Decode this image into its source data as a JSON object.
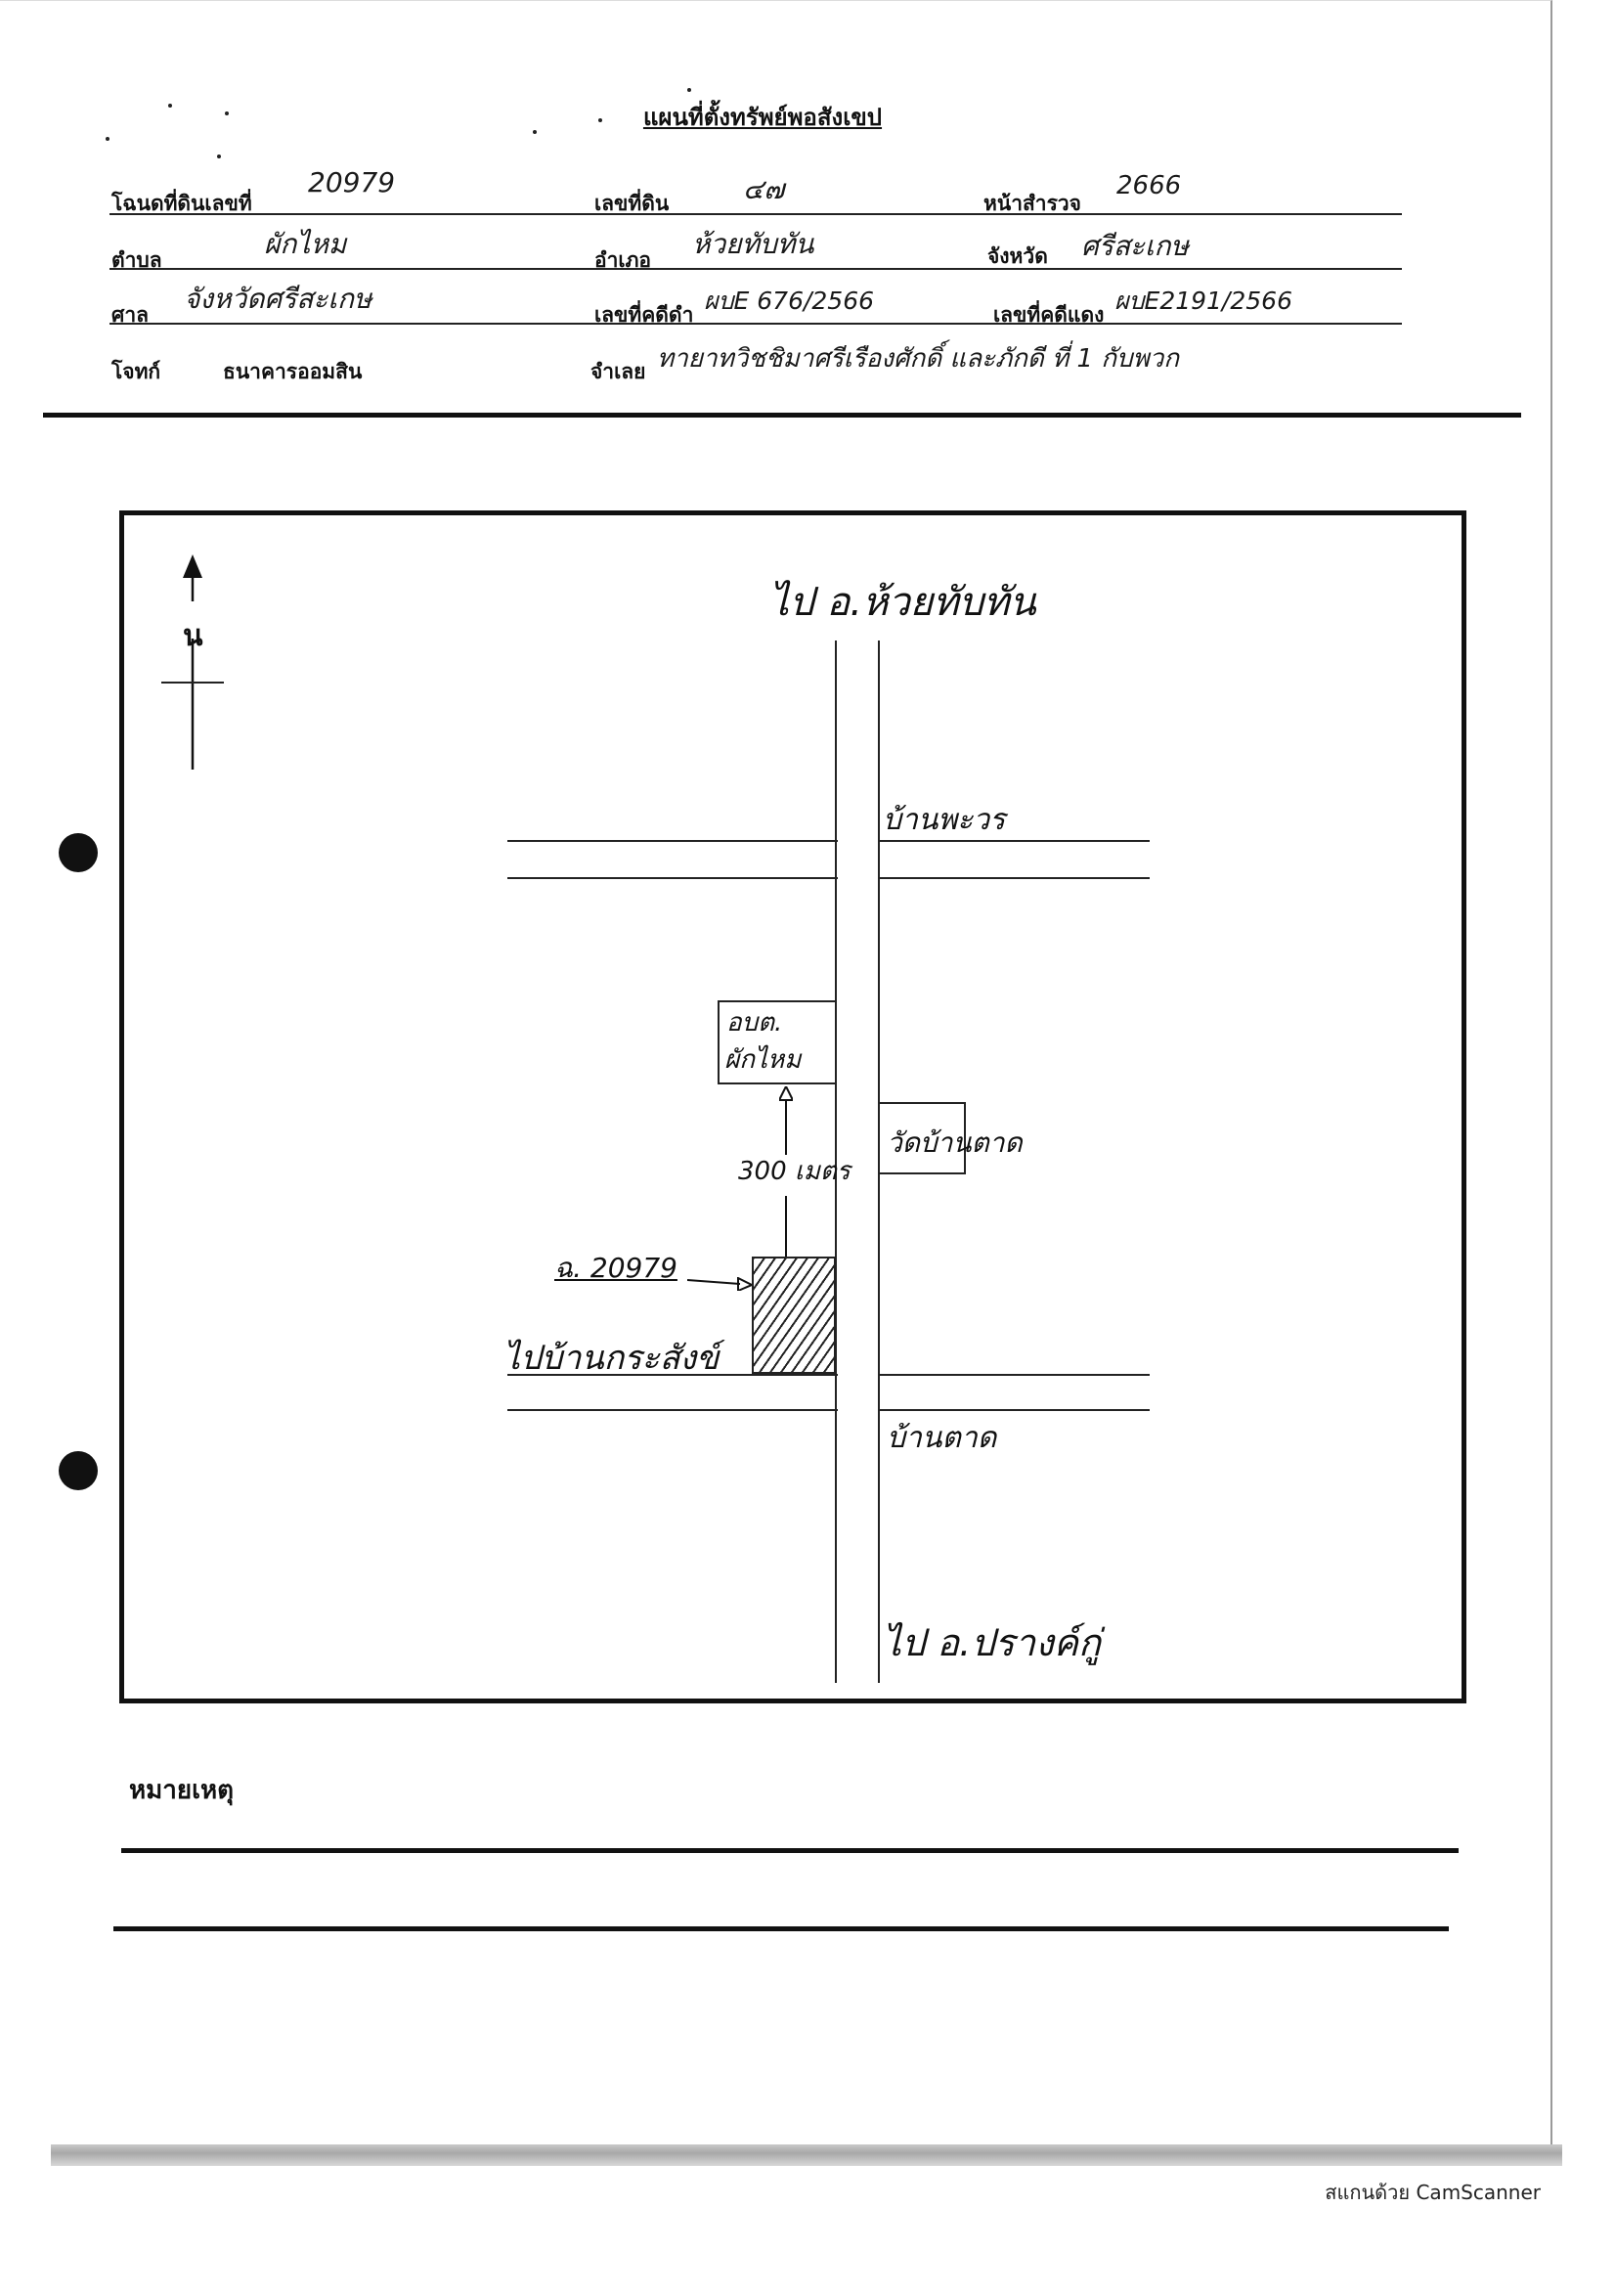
{
  "document": {
    "title": "แผนที่ตั้งทรัพย์พอสังเขป",
    "fields": {
      "deed_label": "โฉนดที่ดินเลขที่",
      "deed_value": "20979",
      "land_no_label": "เลขที่ดิน",
      "land_no_value": "๔๗",
      "survey_page_label": "หน้าสำรวจ",
      "survey_page_value": "2666",
      "subdistrict_label": "ตำบล",
      "subdistrict_value": "ผักไหม",
      "district_label": "อำเภอ",
      "district_value": "ห้วยทับทัน",
      "province_label": "จังหวัด",
      "province_value": "ศรีสะเกษ",
      "court_label": "ศาล",
      "court_value": "จังหวัดศรีสะเกษ",
      "black_case_label": "เลขที่คดีดำ",
      "black_case_value": "ผบE 676/2566",
      "red_case_label": "เลขที่คดีแดง",
      "red_case_value": "ผบE2191/2566",
      "plaintiff_label": "โจทก์",
      "plaintiff_value": "ธนาคารออมสิน",
      "defendant_label": "จำเลย",
      "defendant_value": "ทายาทวิชชิมาศรีเรืองศักดิ์ และภักดี ที่ 1 กับพวก"
    },
    "remarks_label": "หมายเหตุ",
    "footer": "สแกนด้วย CamScanner"
  },
  "map": {
    "north_label": "น",
    "to_north": "ไป อ.ห้วยทับทัน",
    "village_north": "บ้านพะวร",
    "sao_label_1": "อบต.",
    "sao_label_2": "ผักไหม",
    "temple": "วัดบ้านตาด",
    "distance": "300 เมตร",
    "parcel_label": "ฉ. 20979",
    "to_west": "ไปบ้านกระสังข์",
    "village_south": "บ้านตาด",
    "to_south": "ไป อ.ปรางค์กู่"
  }
}
